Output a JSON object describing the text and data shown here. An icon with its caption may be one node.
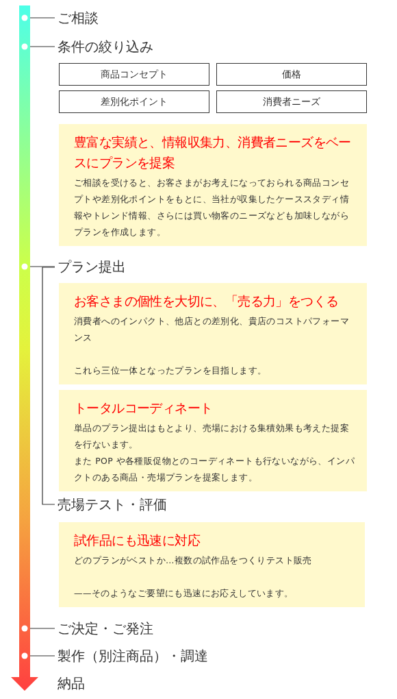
{
  "diagram": {
    "nodes": [
      {
        "text": [],
        "shape": "bar"
      },
      {
        "text": [
          "ご相談"
        ]
      },
      {
        "text": [
          "条件の絞り込み"
        ]
      },
      {
        "text": [
          "商品コンセプト"
        ]
      },
      {
        "text": [
          "価格"
        ]
      },
      {
        "text": [
          "差別化ポイント"
        ]
      },
      {
        "text": [
          "消費者ニーズ"
        ]
      },
      {
        "text": [
          "豊富な実績と、情報収集力、消費者ニーズをベースにプランを提案",
          "ご相談を受けると、お客さまがお考えになっておられる商品コンセプトや差別化ポイントをもとに、当社が収集したケーススタディ情報やトレンド情報、さらには買い物客のニーズなども加味しながらプランを作成します。"
        ]
      },
      {
        "text": [
          "プラン提出"
        ]
      },
      {
        "text": [
          "お客さまの個性を大切に、「売る力」をつくる",
          "消費者へのインパクト、他店との差別化、貴店のコストパフォーマンス",
          "これら三位一体となったプランを目指します。"
        ]
      },
      {
        "text": [
          "トータルコーディネート",
          "単品のプラン提出はもとより、売場における集積効果も考えた提案を行ないます。",
          "また POP や各種販促物とのコーディネートも行ないながら、インパクトのある商品・売場プランを提案します。"
        ]
      },
      {
        "text": [
          "売場テスト・評価"
        ]
      },
      {
        "text": [
          "試作品にも迅速に対応",
          "どのプランがベストか…複数の試作品をつくりテスト販売",
          "——そのようなご要望にも迅速にお応えしています。"
        ]
      },
      {
        "text": [
          "ご決定・ご発注"
        ]
      },
      {
        "text": [
          "製作（別注商品）・調達"
        ]
      },
      {
        "text": [
          "納品"
        ]
      }
    ],
    "edges": [
      {
        "from": 0,
        "to": 1,
        "arrow": "none"
      },
      {
        "from": 0,
        "to": 2,
        "arrow": "none"
      },
      {
        "from": 0,
        "to": 8,
        "arrow": "none"
      },
      {
        "from": 8,
        "to": 11,
        "arrow": "none"
      },
      {
        "from": 0,
        "to": 13,
        "arrow": "none"
      },
      {
        "from": 0,
        "to": 14,
        "arrow": "none"
      }
    ]
  }
}
